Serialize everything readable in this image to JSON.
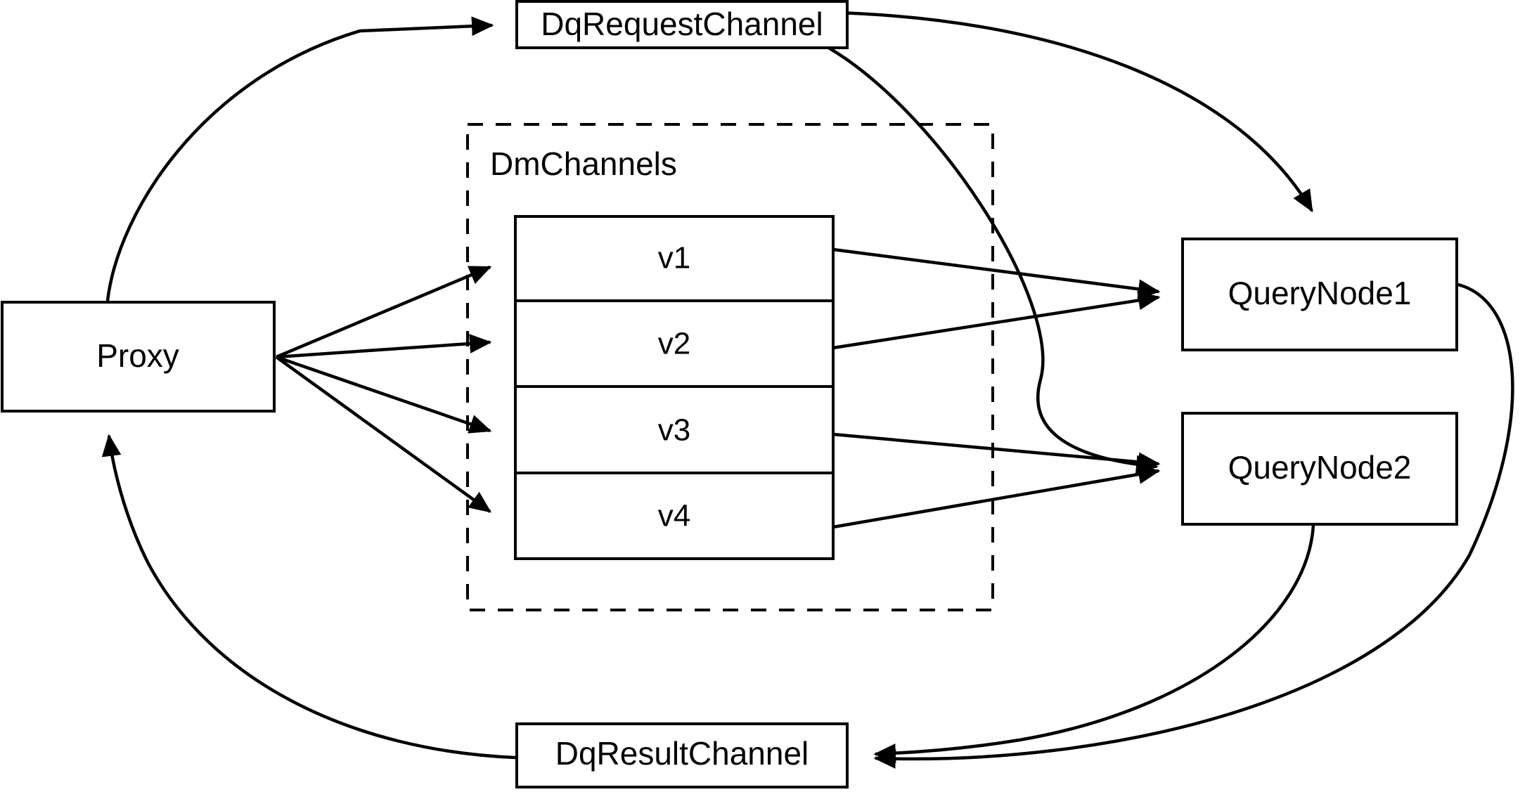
{
  "diagram": {
    "title": "Milvus distributed query message flow",
    "background_color": "#ffffff",
    "stroke_color": "#000000",
    "nodes": {
      "proxy": {
        "label": "Proxy"
      },
      "dq_request_channel": {
        "label": "DqRequestChannel"
      },
      "dq_result_channel": {
        "label": "DqResultChannel"
      },
      "query_node_1": {
        "label": "QueryNode1"
      },
      "query_node_2": {
        "label": "QueryNode2"
      }
    },
    "group": {
      "label": "DmChannels",
      "style": "dashed",
      "rows": [
        {
          "label": "v1"
        },
        {
          "label": "v2"
        },
        {
          "label": "v3"
        },
        {
          "label": "v4"
        }
      ]
    },
    "edges": [
      {
        "name": "proxy-to-dq-request-channel",
        "from": "Proxy",
        "to": "DqRequestChannel",
        "arrow": true
      },
      {
        "name": "proxy-to-v1",
        "from": "Proxy",
        "to": "v1",
        "arrow": true
      },
      {
        "name": "proxy-to-v2",
        "from": "Proxy",
        "to": "v2",
        "arrow": true
      },
      {
        "name": "proxy-to-v3",
        "from": "Proxy",
        "to": "v3",
        "arrow": true
      },
      {
        "name": "proxy-to-v4",
        "from": "Proxy",
        "to": "v4",
        "arrow": true
      },
      {
        "name": "dq-request-channel-to-query-node-1",
        "from": "DqRequestChannel",
        "to": "QueryNode1",
        "arrow": true
      },
      {
        "name": "dq-request-channel-to-query-node-2",
        "from": "DqRequestChannel",
        "to": "QueryNode2",
        "arrow": true
      },
      {
        "name": "v1-to-query-node-1",
        "from": "v1",
        "to": "QueryNode1",
        "arrow": true
      },
      {
        "name": "v2-to-query-node-1",
        "from": "v2",
        "to": "QueryNode1",
        "arrow": true
      },
      {
        "name": "v3-to-query-node-2",
        "from": "v3",
        "to": "QueryNode2",
        "arrow": true
      },
      {
        "name": "v4-to-query-node-2",
        "from": "v4",
        "to": "QueryNode2",
        "arrow": true
      },
      {
        "name": "query-node-1-to-dq-result-channel",
        "from": "QueryNode1",
        "to": "DqResultChannel",
        "arrow": true
      },
      {
        "name": "query-node-2-to-dq-result-channel",
        "from": "QueryNode2",
        "to": "DqResultChannel",
        "arrow": true
      },
      {
        "name": "dq-result-channel-to-proxy",
        "from": "DqResultChannel",
        "to": "Proxy",
        "arrow": true
      }
    ]
  }
}
